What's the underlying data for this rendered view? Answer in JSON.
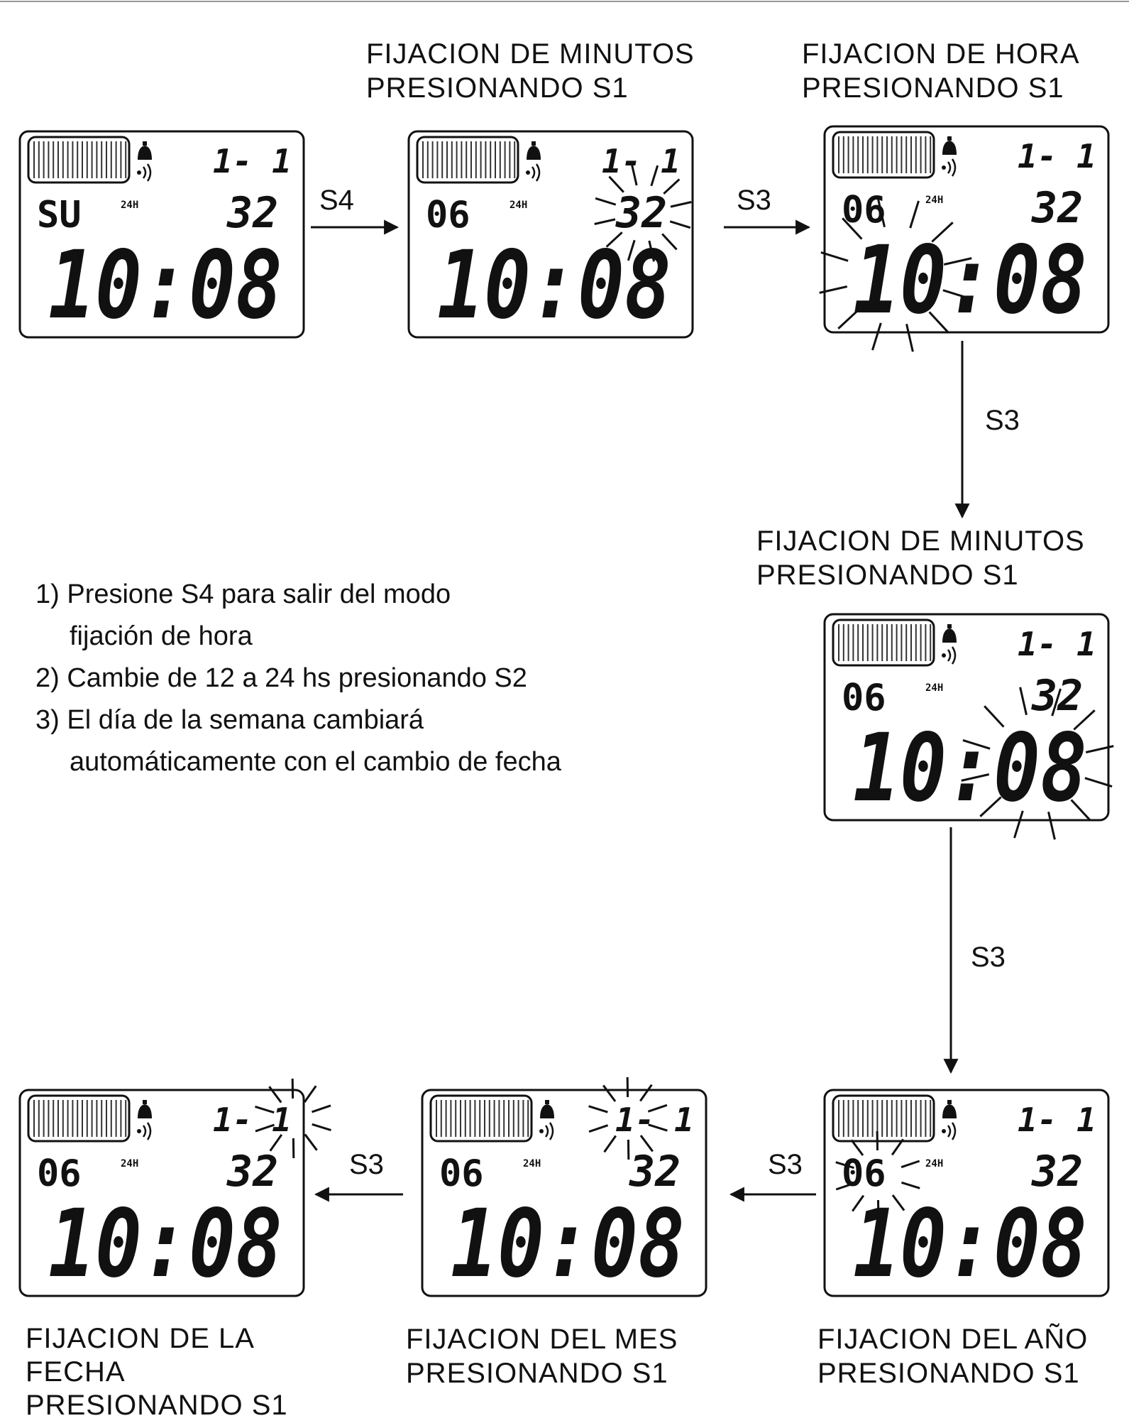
{
  "captions": [
    {
      "id": "cap-minutes-1",
      "lines": [
        "FIJACION DE MINUTOS",
        "PRESIONANDO S1"
      ]
    },
    {
      "id": "cap-hour",
      "lines": [
        "FIJACION DE HORA",
        "PRESIONANDO S1"
      ]
    },
    {
      "id": "cap-minutes-2",
      "lines": [
        "FIJACION DE MINUTOS",
        "PRESIONANDO S1"
      ]
    },
    {
      "id": "cap-date",
      "lines": [
        "FIJACION DE LA",
        "FECHA",
        "PRESIONANDO S1"
      ]
    },
    {
      "id": "cap-month",
      "lines": [
        "FIJACION DEL MES",
        "PRESIONANDO S1"
      ]
    },
    {
      "id": "cap-year",
      "lines": [
        "FIJACION DEL AÑO",
        "PRESIONANDO S1"
      ]
    }
  ],
  "arrows": {
    "a1": "S4",
    "a2": "S3",
    "a3": "S3",
    "a4": "S3",
    "a5": "S3",
    "a6": "S3"
  },
  "notes": [
    "1) Presione S4 para salir del modo",
    "fijación de hora",
    "2) Cambie de 12 a 24 hs presionando S2",
    "3) El día de la semana cambiará",
    "automáticamente con el cambio de fecha"
  ],
  "displays": [
    {
      "id": "d1",
      "date": "1-  1",
      "day": "SU",
      "mode": "24H",
      "seconds": "32",
      "time": "10:08",
      "blink": "none"
    },
    {
      "id": "d2",
      "date": "1-  1",
      "day": "06",
      "mode": "24H",
      "seconds": "32",
      "time": "10:08",
      "blink": "seconds"
    },
    {
      "id": "d3",
      "date": "1-  1",
      "day": "06",
      "mode": "24H",
      "seconds": "32",
      "time": "10:08",
      "blink": "hour"
    },
    {
      "id": "d4",
      "date": "1-  1",
      "day": "06",
      "mode": "24H",
      "seconds": "32",
      "time": "10:08",
      "blink": "minutes"
    },
    {
      "id": "d5",
      "date": "1-  1",
      "day": "06",
      "mode": "24H",
      "seconds": "32",
      "time": "10:08",
      "blink": "year"
    },
    {
      "id": "d6",
      "date": "1-  1",
      "day": "06",
      "mode": "24H",
      "seconds": "32",
      "time": "10:08",
      "blink": "month"
    },
    {
      "id": "d7",
      "date": "1-  1",
      "day": "06",
      "mode": "24H",
      "seconds": "32",
      "time": "10:08",
      "blink": "date"
    }
  ]
}
